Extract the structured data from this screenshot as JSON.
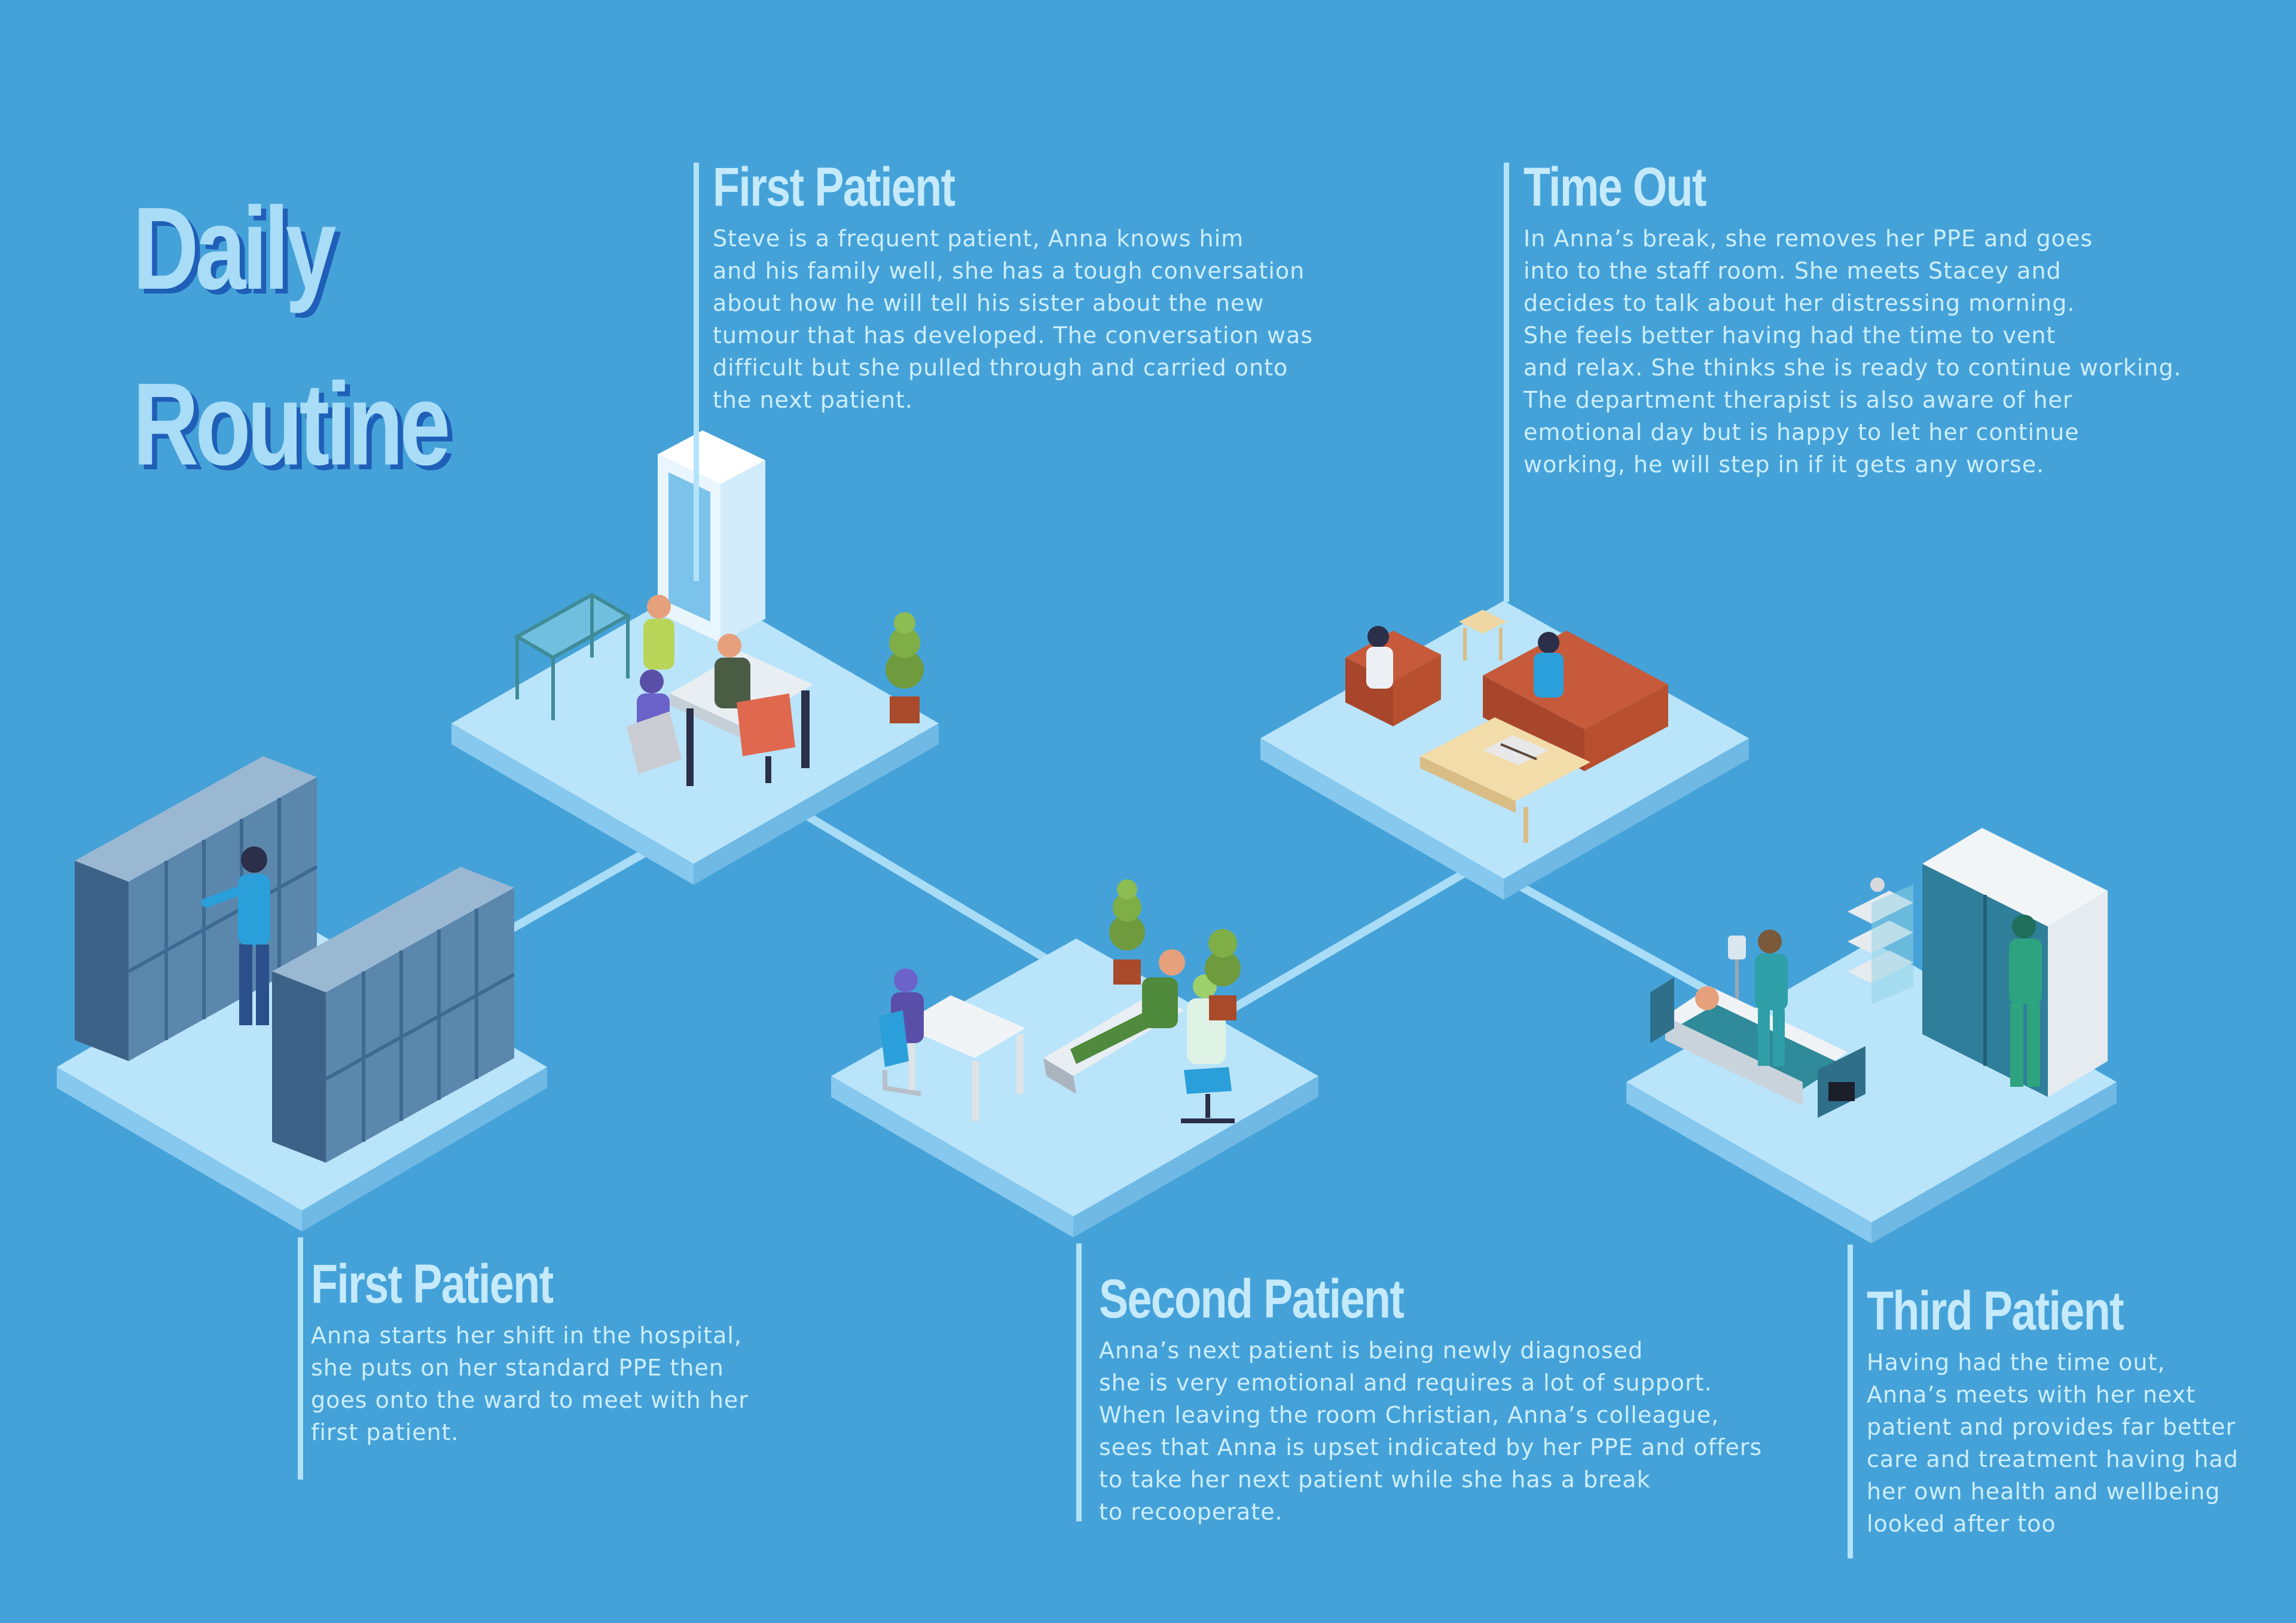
{
  "title": {
    "line1": "Daily",
    "line2": "Routine"
  },
  "stages": [
    {
      "heading": "First Patient",
      "lines": [
        "Anna starts her shift in the hospital,",
        "she puts on her standard PPE then",
        "goes onto the ward to meet with her",
        "first patient."
      ]
    },
    {
      "heading": "First Patient",
      "lines": [
        "Steve is a frequent patient, Anna knows him",
        "and his family well, she has a tough conversation",
        "about how he will tell his sister about the new",
        "tumour that has developed. The conversation was",
        "difficult but she pulled through and carried onto",
        "the next patient."
      ]
    },
    {
      "heading": "Second Patient",
      "lines": [
        "Anna’s next patient is being newly diagnosed",
        "she is very emotional and requires a lot of support.",
        "When leaving the room Christian, Anna’s colleague,",
        "sees that Anna is upset indicated by her PPE and offers",
        "to take her next patient while she has a break",
        "to recooperate."
      ]
    },
    {
      "heading": "Time Out",
      "lines": [
        "In Anna’s break, she removes her PPE and goes",
        "into to the staff room. She meets Stacey and",
        "decides to talk about her distressing morning.",
        "She feels better having had the time to vent",
        "and relax. She thinks she is ready to continue working.",
        "The department therapist is also aware of her",
        "emotional day but is happy to let her continue",
        "working, he will step in if it gets any worse."
      ]
    },
    {
      "heading": "Third Patient",
      "lines": [
        "Having had the time out,",
        "Anna’s meets with her next",
        "patient and provides far better",
        "care and treatment having had",
        "her own health and wellbeing",
        "looked after too"
      ]
    }
  ],
  "colors": {
    "background": "#45a2d9",
    "tile_top": "#b9e4fa",
    "tile_side": "#86c8ee",
    "connector": "#a9dcf6",
    "title_fill": "#a8dcf7",
    "title_shadow": "#1f5fb8",
    "locker": "#5b87ad",
    "sofa": "#c65a3a",
    "chair_orange": "#e0684e",
    "bed_teal": "#2f8a9a",
    "plant": "#6f9a3d",
    "scrubs_green": "#2ea37f",
    "scrubs_blue": "#2b9fd9"
  },
  "scenes": {
    "locker_room": [
      "locker-bank-icon",
      "nurse-figure-icon"
    ],
    "consultation_room": [
      "medicine-cabinet-icon",
      "trolley-icon",
      "desk-icon",
      "plant-icon",
      "patient-figure-icon"
    ],
    "treatment_room": [
      "treatment-chair-icon",
      "desk-icon",
      "plant-icon",
      "office-chair-icon"
    ],
    "staff_room": [
      "sofa-icon",
      "armchair-icon",
      "coffee-table-icon",
      "book-icon",
      "side-table-icon"
    ],
    "ward_room": [
      "hospital-bed-icon",
      "iv-stand-icon",
      "wardrobe-icon",
      "monitor-icon",
      "shelf-icon"
    ]
  }
}
